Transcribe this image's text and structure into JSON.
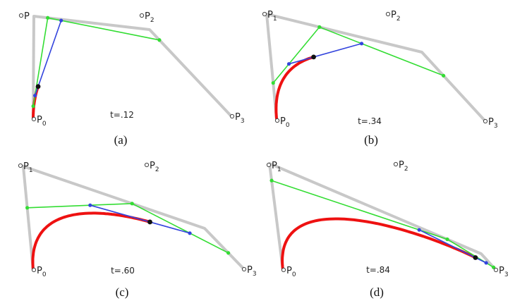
{
  "colors": {
    "control_polygon": "#c8c8c8",
    "level1": "#33dd33",
    "level2": "#3344dd",
    "curve": "#ee1111",
    "point": "#111111"
  },
  "panels": [
    {
      "caption": "(a)",
      "t_label": "t=.12",
      "t": 0.12,
      "labels": [
        {
          "name": "P",
          "sub": ""
        },
        {
          "name": "P",
          "sub": "2"
        },
        {
          "name": "P",
          "sub": "0"
        },
        {
          "name": "P",
          "sub": "3"
        }
      ]
    },
    {
      "caption": "(b)",
      "t_label": "t=.34",
      "t": 0.34,
      "labels": [
        {
          "name": "P",
          "sub": "1"
        },
        {
          "name": "P",
          "sub": "2"
        },
        {
          "name": "P",
          "sub": "0"
        },
        {
          "name": "P",
          "sub": "3"
        }
      ]
    },
    {
      "caption": "(c)",
      "t_label": "t=.60",
      "t": 0.6,
      "labels": [
        {
          "name": "P",
          "sub": "1"
        },
        {
          "name": "P",
          "sub": "2"
        },
        {
          "name": "P",
          "sub": "0"
        },
        {
          "name": "P",
          "sub": "3"
        }
      ]
    },
    {
      "caption": "(d)",
      "t_label": "t=.84",
      "t": 0.84,
      "labels": [
        {
          "name": "P",
          "sub": "1"
        },
        {
          "name": "P",
          "sub": "2"
        },
        {
          "name": "P",
          "sub": "0"
        },
        {
          "name": "P",
          "sub": "3"
        }
      ]
    }
  ]
}
